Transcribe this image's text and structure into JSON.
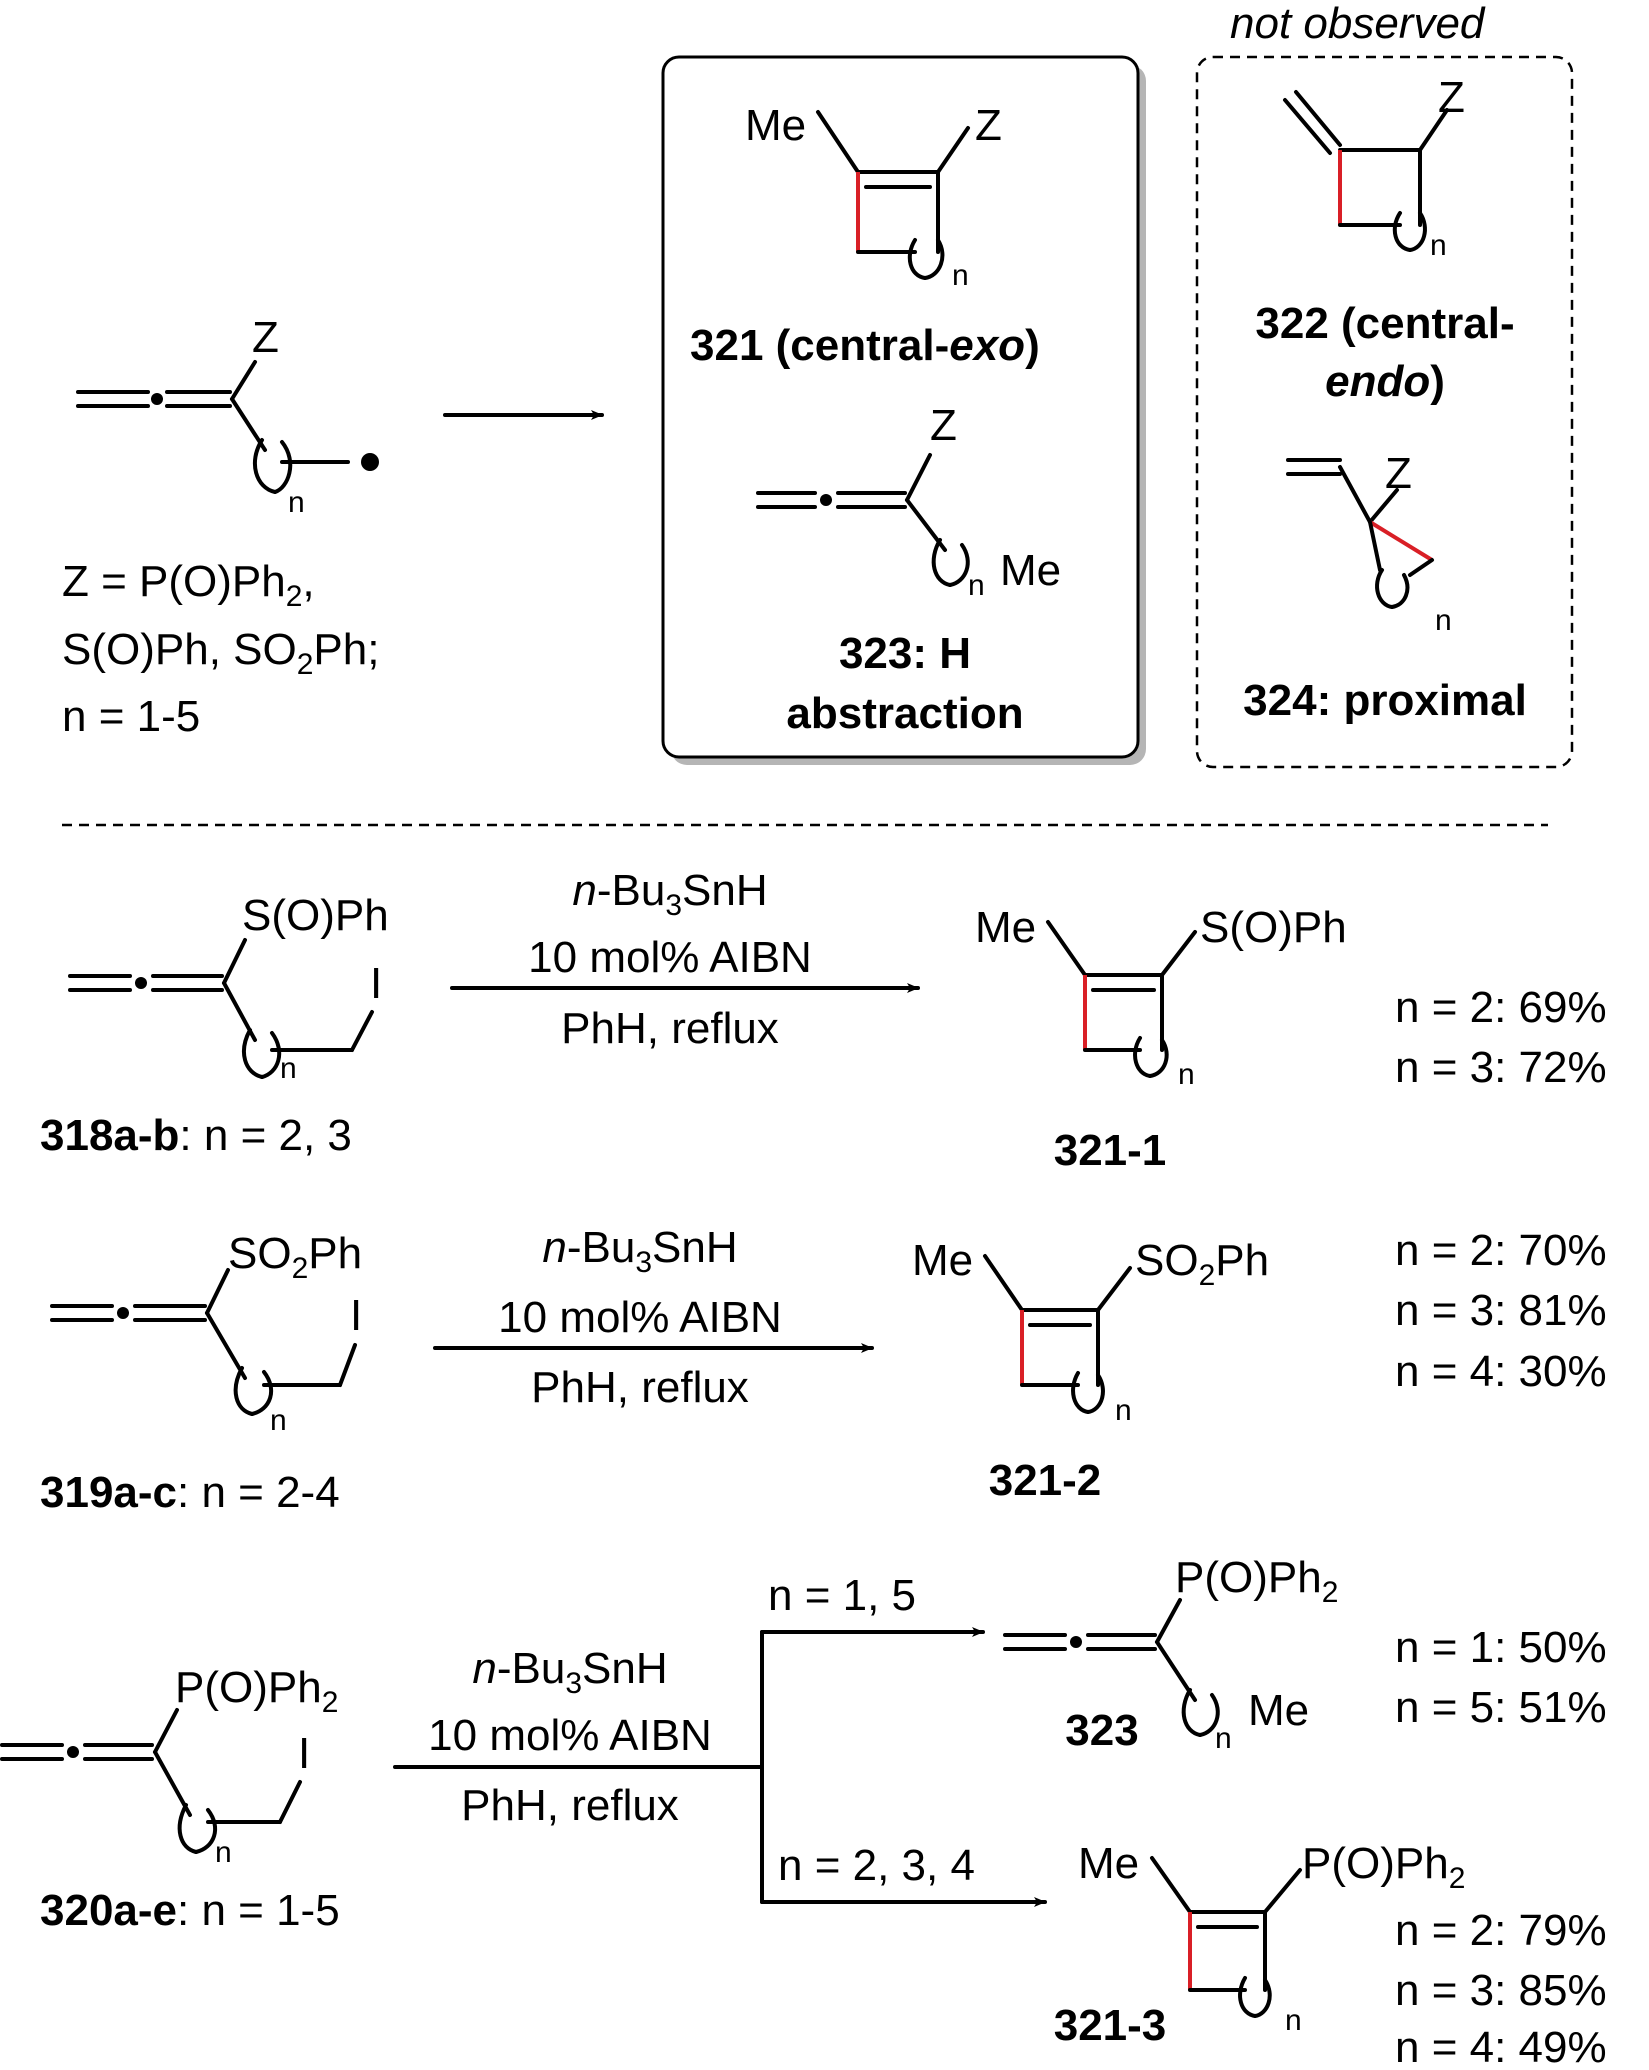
{
  "colors": {
    "ink": "#000000",
    "new_bond": "#d91f26",
    "panel_shadow": "#b5b5b5"
  },
  "top": {
    "substituent": "Z",
    "index": "n",
    "z_def_line1_pre": "Z = P(O)Ph",
    "z_def_line1_sub": "2",
    "z_def_line1_post": ",",
    "z_def_line2_pre": "S(O)Ph, SO",
    "z_def_line2_sub": "2",
    "z_def_line2_post": "Ph;",
    "z_def_line3": "n = 1-5",
    "p321": {
      "me": "Me",
      "z": "Z",
      "n": "n",
      "label_pre": "321 (central-",
      "label_ital": "exo",
      "label_post": ")"
    },
    "p323": {
      "z": "Z",
      "n": "n",
      "me": "Me",
      "label_line1": "323: H",
      "label_line2": "abstraction"
    },
    "not_observed": "not observed",
    "p322": {
      "z": "Z",
      "n": "n",
      "label_line1": "322 (central-",
      "label_line2_ital": "endo",
      "label_line2_post": ")"
    },
    "p324": {
      "z": "Z",
      "n": "n",
      "label": "324: proximal"
    }
  },
  "reagents": {
    "line1_ital": "n",
    "line1_pre": "-Bu",
    "line1_sub": "3",
    "line1_post": "SnH",
    "line2": "10 mol% AIBN",
    "line3": "PhH, reflux"
  },
  "rxn1": {
    "sm_group": "S(O)Ph",
    "iodo": "I",
    "n": "n",
    "sm_label_bold": "318a-b",
    "sm_label_rest": ": n = 2, 3",
    "prod_me": "Me",
    "prod_group": "S(O)Ph",
    "prod_n": "n",
    "prod_label": "321-1",
    "yields": [
      "n = 2: 69%",
      "n = 3: 72%"
    ]
  },
  "rxn2": {
    "sm_group_pre": "SO",
    "sm_group_sub": "2",
    "sm_group_post": "Ph",
    "iodo": "I",
    "n": "n",
    "sm_label_bold": "319a-c",
    "sm_label_rest": ": n = 2-4",
    "prod_me": "Me",
    "prod_n": "n",
    "prod_label": "321-2",
    "yields": [
      "n = 2: 70%",
      "n = 3: 81%",
      "n = 4: 30%"
    ]
  },
  "rxn3": {
    "sm_group_pre": "P(O)Ph",
    "sm_group_sub": "2",
    "iodo": "I",
    "n": "n",
    "sm_label_bold": "320a-e",
    "sm_label_rest": ": n = 1-5",
    "branch_upper": "n = 1, 5",
    "branch_lower": "n = 2, 3, 4",
    "p323_n": "n",
    "p323_me": "Me",
    "p323_label": "323",
    "p323_yields": [
      "n = 1: 50%",
      "n = 5: 51%"
    ],
    "p321_me": "Me",
    "p321_n": "n",
    "p321_label": "321-3",
    "p321_yields": [
      "n = 2: 79%",
      "n = 3: 85%",
      "n = 4: 49%"
    ]
  }
}
